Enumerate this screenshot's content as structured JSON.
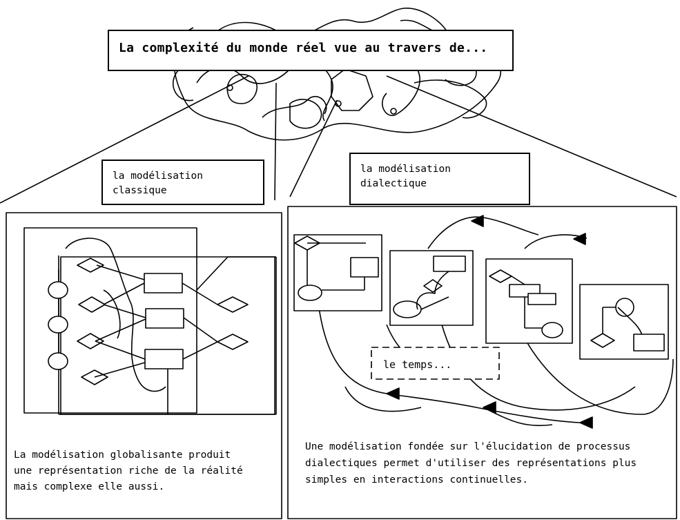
{
  "title": "La complexité du monde réel vue au travers de...",
  "branches": {
    "classic": {
      "label_line1": "la modélisation",
      "label_line2": "classique",
      "description": [
        "La modélisation globalisante produit",
        "une représentation riche de la réalité",
        "mais complexe elle aussi."
      ]
    },
    "dialectic": {
      "label_line1": "la modélisation",
      "label_line2": "dialectique",
      "description": [
        "Une modélisation fondée sur l'élucidation de processus",
        "dialectiques permet d'utiliser des représentations plus",
        "simples en interactions continuelles."
      ],
      "time_label": "le temps..."
    }
  },
  "colors": {
    "ink": "#000000",
    "paper": "#ffffff"
  }
}
